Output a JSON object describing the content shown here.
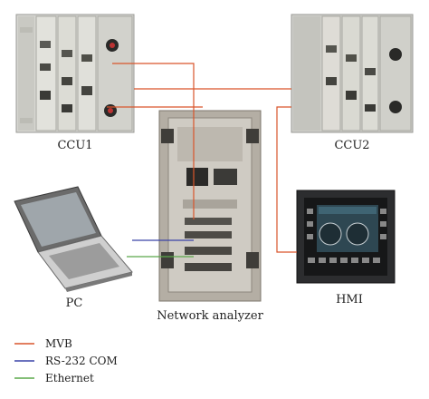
{
  "labels": {
    "ccu1": "CCU1",
    "ccu2": "CCU2",
    "pc": "PC",
    "network_analyzer": "Network analyzer",
    "hmi": "HMI"
  },
  "legend": [
    {
      "label": "MVB",
      "color": "#d9552b"
    },
    {
      "label": "RS-232 COM",
      "color": "#3a43a8"
    },
    {
      "label": "Ethernet",
      "color": "#5aa84a"
    }
  ],
  "colors": {
    "mvb": "#d9552b",
    "rs232": "#3a43a8",
    "ethernet": "#5aa84a"
  }
}
